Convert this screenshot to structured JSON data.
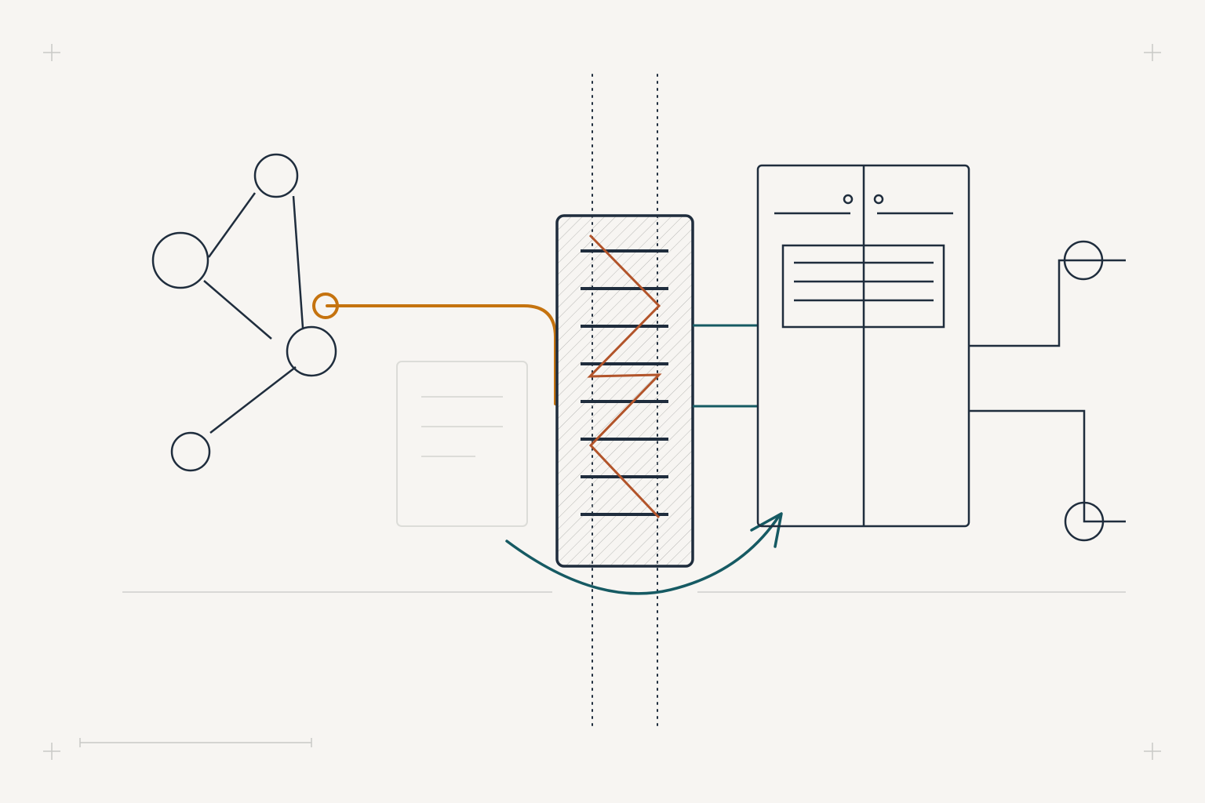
{
  "diagram": {
    "palette": {
      "background": "#f7f5f2",
      "ink": "#1f2d3d",
      "accent_orange": "#c5730f",
      "accent_rust": "#b2542a",
      "accent_teal": "#165a63",
      "muted": "#c9c9c6",
      "faint": "#dcdcd8"
    },
    "elements": {
      "graph_nodes": 5,
      "cartridge_rungs": 8,
      "cabinet_knobs": 2,
      "cabinet_panel_lines": 3,
      "document_lines": 3,
      "output_terminals": 2,
      "corner_marks": 4
    },
    "icons": [
      "network-graph-icon",
      "filter-cartridge-icon",
      "cabinet-icon",
      "document-icon",
      "curved-arrow-icon",
      "terminal-icon"
    ]
  }
}
